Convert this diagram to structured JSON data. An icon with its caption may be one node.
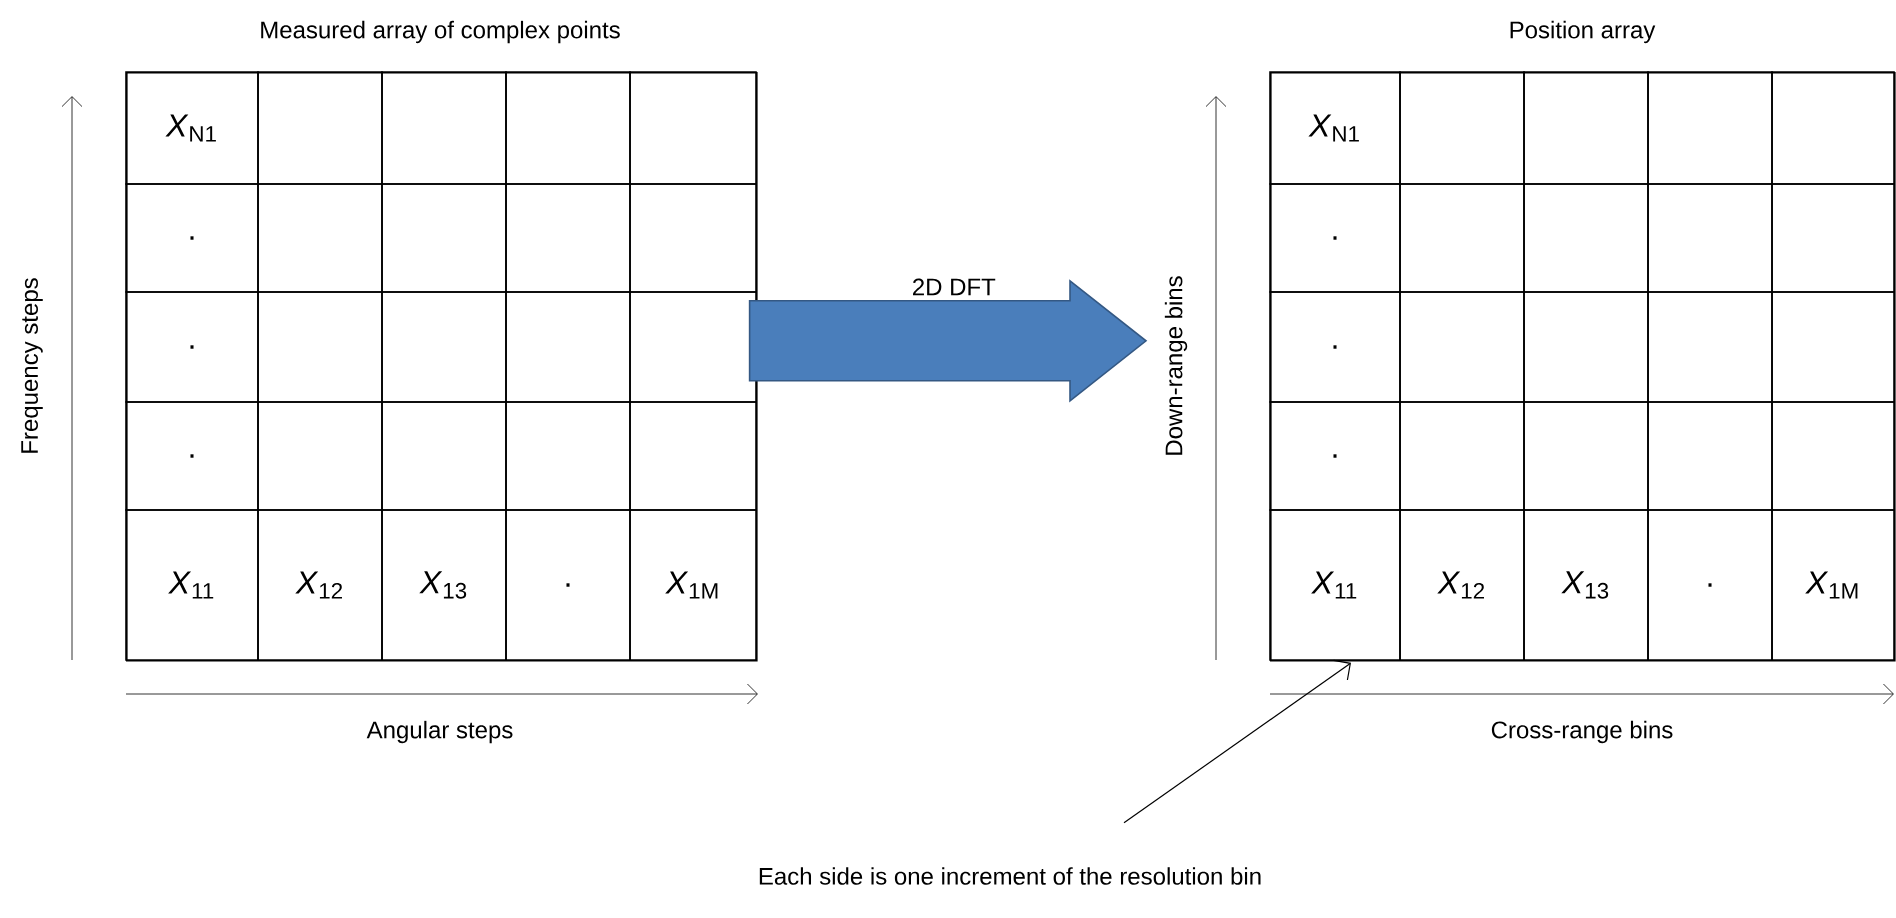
{
  "diagram": {
    "nodes": [
      {
        "text": [
          "Measured array of complex points"
        ]
      },
      {
        "text": [
          "*X*$_{N1}$"
        ],
        "in": 0
      },
      {
        "text": [],
        "shape": "box",
        "in": 0
      },
      {
        "text": [],
        "shape": "box",
        "in": 0
      },
      {
        "text": [],
        "shape": "box",
        "in": 0
      },
      {
        "text": [],
        "shape": "box",
        "in": 0
      },
      {
        "text": [
          "."
        ],
        "in": 0
      },
      {
        "text": [],
        "shape": "box",
        "in": 0
      },
      {
        "text": [],
        "shape": "box",
        "in": 0
      },
      {
        "text": [],
        "shape": "box",
        "in": 0
      },
      {
        "text": [],
        "shape": "box",
        "in": 0
      },
      {
        "text": [
          "."
        ],
        "in": 0
      },
      {
        "text": [],
        "shape": "box",
        "in": 0
      },
      {
        "text": [],
        "shape": "box",
        "in": 0
      },
      {
        "text": [],
        "shape": "box",
        "in": 0
      },
      {
        "text": [],
        "shape": "box",
        "in": 0
      },
      {
        "text": [
          "."
        ],
        "in": 0
      },
      {
        "text": [],
        "shape": "box",
        "in": 0
      },
      {
        "text": [],
        "shape": "box",
        "in": 0
      },
      {
        "text": [],
        "shape": "box",
        "in": 0
      },
      {
        "text": [],
        "shape": "box",
        "in": 0
      },
      {
        "text": [
          "*X*$_{11}$"
        ],
        "in": 0
      },
      {
        "text": [
          "*X*$_{12}$"
        ],
        "in": 0
      },
      {
        "text": [
          "*X*$_{13}$"
        ],
        "in": 0
      },
      {
        "text": [
          "."
        ],
        "in": 0
      },
      {
        "text": [
          "*X*$_{1M}$"
        ],
        "in": 0
      },
      {
        "text": [
          "Position array"
        ]
      },
      {
        "text": [
          "*X*$_{N1}$"
        ],
        "in": 26
      },
      {
        "text": [],
        "shape": "box",
        "in": 26
      },
      {
        "text": [],
        "shape": "box",
        "in": 26
      },
      {
        "text": [],
        "shape": "box",
        "in": 26
      },
      {
        "text": [],
        "shape": "box",
        "in": 26
      },
      {
        "text": [
          "."
        ],
        "in": 26
      },
      {
        "text": [],
        "shape": "box",
        "in": 26
      },
      {
        "text": [],
        "shape": "box",
        "in": 26
      },
      {
        "text": [],
        "shape": "box",
        "in": 26
      },
      {
        "text": [],
        "shape": "box",
        "in": 26
      },
      {
        "text": [
          "."
        ],
        "in": 26
      },
      {
        "text": [],
        "shape": "box",
        "in": 26
      },
      {
        "text": [],
        "shape": "box",
        "in": 26
      },
      {
        "text": [],
        "shape": "box",
        "in": 26
      },
      {
        "text": [],
        "shape": "box",
        "in": 26
      },
      {
        "text": [
          "."
        ],
        "in": 26
      },
      {
        "text": [],
        "shape": "box",
        "in": 26
      },
      {
        "text": [],
        "shape": "box",
        "in": 26
      },
      {
        "text": [],
        "shape": "box",
        "in": 26
      },
      {
        "text": [],
        "shape": "box",
        "in": 26
      },
      {
        "text": [
          "*X*$_{11}$"
        ],
        "in": 26
      },
      {
        "text": [
          "*X*$_{12}$"
        ],
        "in": 26
      },
      {
        "text": [
          "*X*$_{13}$"
        ],
        "in": 26
      },
      {
        "text": [
          "."
        ],
        "in": 26
      },
      {
        "text": [
          "*X*$_{1M}$"
        ],
        "in": 26
      },
      {
        "text": [
          "Each side is one increment of the resolution bin"
        ]
      }
    ],
    "edges": [
      {
        "from": 0,
        "to": 26,
        "arrow": "to",
        "label": "2D DFT",
        "style": "thick",
        "color": "#4a7ebb"
      },
      {
        "from": 52,
        "to": 47,
        "arrow": "to"
      }
    ],
    "labels": [
      "Frequency steps",
      "Angular steps",
      "Down-range bins",
      "Cross-range bins"
    ]
  }
}
